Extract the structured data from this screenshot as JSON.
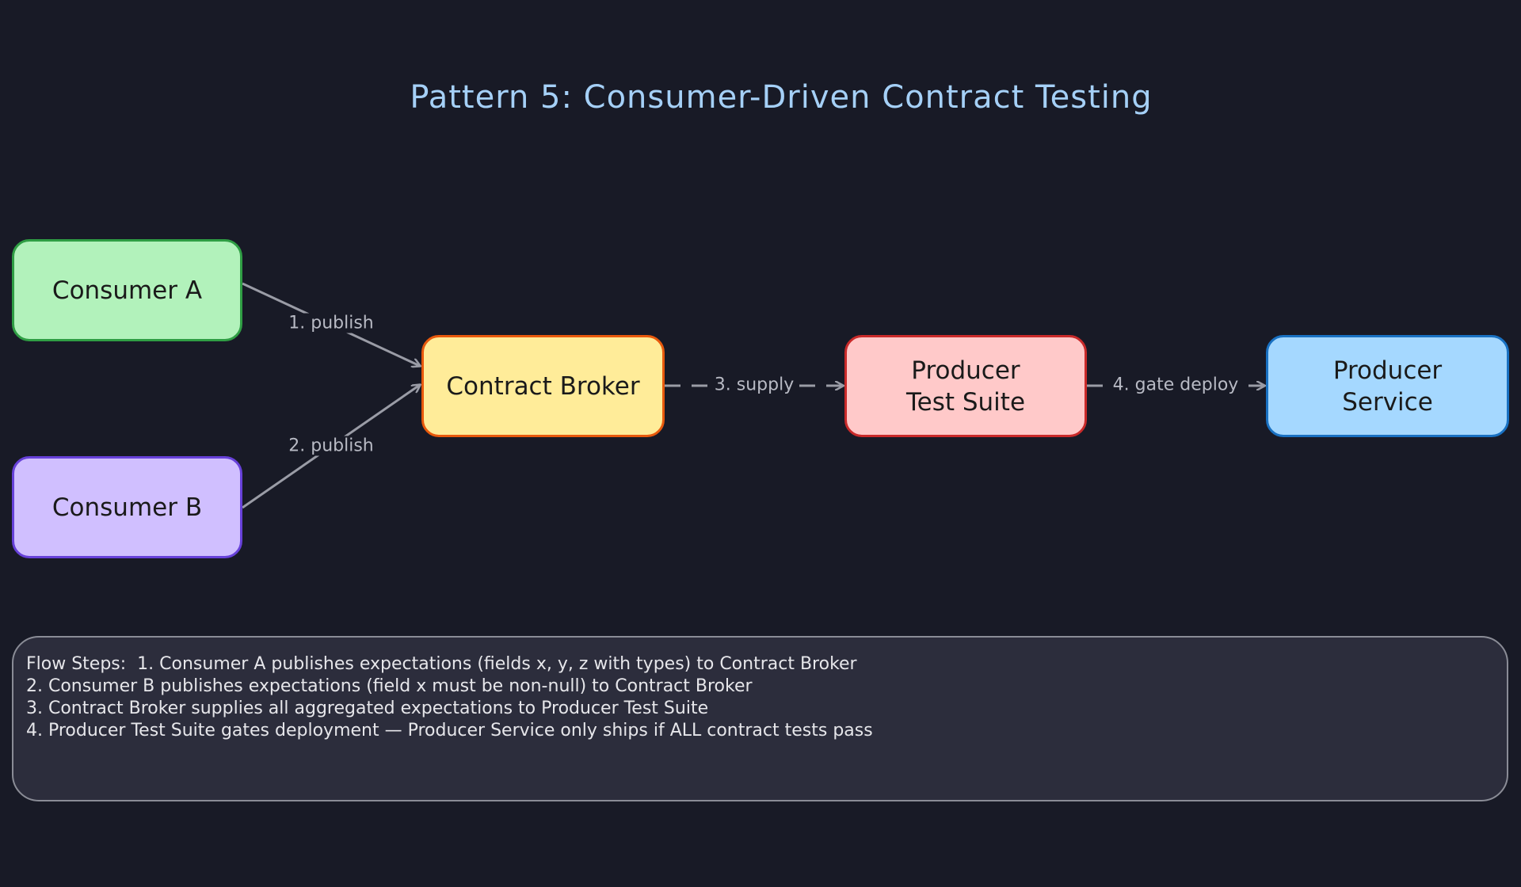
{
  "title": "Pattern 5: Consumer-Driven Contract Testing",
  "nodes": {
    "consumer_a": "Consumer A",
    "consumer_b": "Consumer B",
    "broker": "Contract Broker",
    "suite": "Producer\nTest Suite",
    "service": "Producer\nService"
  },
  "edges": {
    "publish_a": "1. publish",
    "publish_b": "2. publish",
    "supply": "3. supply",
    "gate": "4. gate deploy"
  },
  "notes": {
    "line1": "Flow Steps:  1. Consumer A publishes expectations (fields x, y, z with types) to Contract Broker",
    "line2": "2. Consumer B publishes expectations (field x must be non-null) to Contract Broker",
    "line3": "3. Contract Broker supplies all aggregated expectations to Producer Test Suite",
    "line4": "4. Producer Test Suite gates deployment — Producer Service only ships if ALL contract tests pass"
  },
  "colors": {
    "background": "#181a26",
    "title": "#a5d0f7",
    "edge": "#9a9ca6",
    "consumer_a_fill": "#b2f2bb",
    "consumer_b_fill": "#d0bfff",
    "broker_fill": "#ffec99",
    "suite_fill": "#ffc9c9",
    "service_fill": "#a5d8ff"
  }
}
